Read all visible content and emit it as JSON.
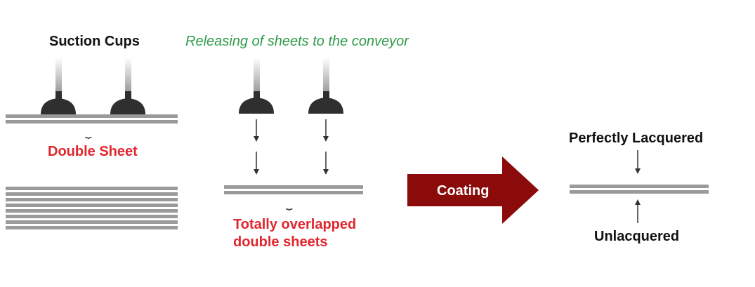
{
  "labels": {
    "suction_cups": "Suction Cups",
    "releasing": "Releasing of sheets to the conveyor",
    "double_sheet": "Double Sheet",
    "overlapped_line1": "Totally overlapped",
    "overlapped_line2": "double sheets",
    "coating": "Coating",
    "perfectly_lacquered": "Perfectly Lacquered",
    "unlacquered": "Unlacquered"
  },
  "colors": {
    "sheet": "#9a9a9a",
    "cup": "#2f2f2f",
    "red_text": "#e0262e",
    "green_text": "#2e9a4a",
    "coating_arrow": "#8b0a0a"
  }
}
